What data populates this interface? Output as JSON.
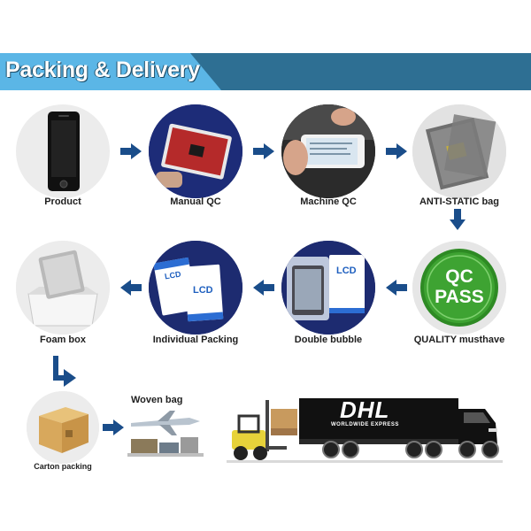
{
  "header": {
    "title": "Packing & Delivery"
  },
  "steps": {
    "product": "Product",
    "manual_qc": "Manual QC",
    "machine_qc": "Machine QC",
    "anti_static": "ANTI-STATIC bag",
    "quality": "QUALITY musthave",
    "double_bubble": "Double bubble",
    "individual_packing": "Individual Packing",
    "foam_box": "Foam box",
    "carton_packing": "Carton packing",
    "woven_bag": "Woven bag"
  },
  "badges": {
    "qc": "QC",
    "pass": "PASS",
    "lcd_1": "LCD",
    "lcd_2": "LCD",
    "lcd_3": "LCD"
  },
  "truck": {
    "brand": "DHL",
    "subtitle": "WORLDWIDE EXPRESS"
  },
  "colors": {
    "banner_dark": "#2e6f93",
    "banner_light": "#5bb6e6",
    "arrow": "#1a4d8a",
    "qc_green": "#3a9a2e",
    "truck_body": "#111111",
    "circle_bg": "#e7e7e7"
  }
}
